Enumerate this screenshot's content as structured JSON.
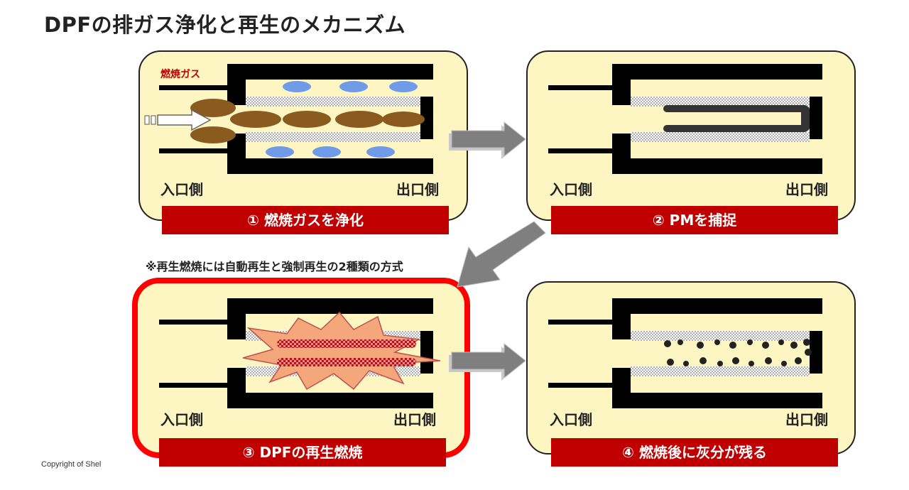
{
  "title": "DPFの排ガス浄化と再生のメカニズム",
  "note": "※再生燃焼には自動再生と強制再生の2種類の方式",
  "copyright": "Copyright of Shel",
  "panels": [
    {
      "caption": "①  燃焼ガスを浄化",
      "inlet": "入口側",
      "outlet": "出口側",
      "gas_label": "燃焼ガス"
    },
    {
      "caption": "②  PMを捕捉",
      "inlet": "入口側",
      "outlet": "出口側"
    },
    {
      "caption": "③  DPFの再生燃焼",
      "inlet": "入口側",
      "outlet": "出口側"
    },
    {
      "caption": "④  燃焼後に灰分が残る",
      "inlet": "入口側",
      "outlet": "出口側"
    }
  ],
  "colors": {
    "panel_fill": "#fdf6c3",
    "caption_red": "#c00000",
    "highlight_red": "#ff0000",
    "arrow_gray": "#7f7f7f",
    "soot_brown": "#8b5a1e",
    "cloud_blue": "#6f9be8",
    "pm_black": "#333333",
    "flame_orange": "#f4a77a"
  }
}
